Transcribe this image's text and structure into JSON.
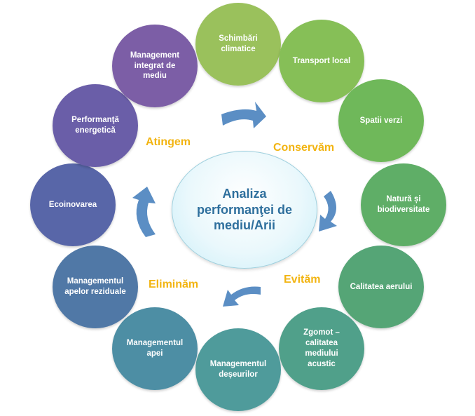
{
  "center": {
    "title": "Analiza performanţei de mediu/Arii"
  },
  "nodes": [
    {
      "label": "Schimbări climatice",
      "color": "#9ac15c"
    },
    {
      "label": "Transport local",
      "color": "#86bf57"
    },
    {
      "label": "Spatii verzi",
      "color": "#6fb85a"
    },
    {
      "label": "Natură și biodiversitate",
      "color": "#5fae67"
    },
    {
      "label": "Calitatea aerului",
      "color": "#55a576"
    },
    {
      "label": "Zgomot – calitatea mediului acustic",
      "color": "#50a08a"
    },
    {
      "label": "Managementul deșeurilor",
      "color": "#4f9b9b"
    },
    {
      "label": "Managementul apei",
      "color": "#4d8ea4"
    },
    {
      "label": "Managementul apelor reziduale",
      "color": "#5078a6"
    },
    {
      "label": "Ecoinovarea",
      "color": "#5866a8"
    },
    {
      "label": "Performanţă energetică",
      "color": "#6a5ea8"
    },
    {
      "label": "Management integrat de mediu",
      "color": "#7c5ea6"
    }
  ],
  "verbs": {
    "atingem": "Atingem",
    "conservam": "Conservăm",
    "evitam": "Evităm",
    "eliminam": "Eliminăm"
  },
  "arrow_color": "#5b8ec4"
}
